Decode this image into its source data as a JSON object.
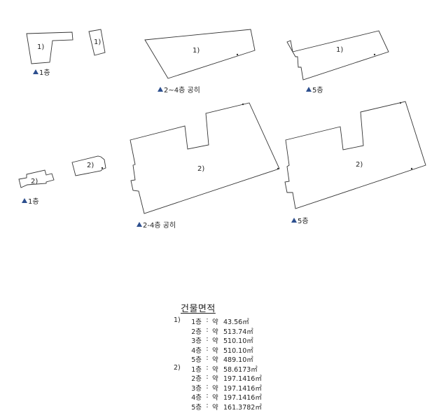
{
  "parcel_labels": {
    "p1": "1)",
    "p2": "2)"
  },
  "floor_labels": {
    "f1": "1층",
    "f2_4": "2~4층 공히",
    "f2_4_b": "2-4층 공히",
    "f5": "5층"
  },
  "area_table": {
    "title": "건물면적",
    "rows": [
      {
        "group": "1)",
        "floor": "1층",
        "sep": ":",
        "approx": "약",
        "value": "43.56㎡"
      },
      {
        "group": "",
        "floor": "2층",
        "sep": ":",
        "approx": "약",
        "value": "513.74㎡"
      },
      {
        "group": "",
        "floor": "3층",
        "sep": ":",
        "approx": "약",
        "value": "510.10㎡"
      },
      {
        "group": "",
        "floor": "4층",
        "sep": ":",
        "approx": "약",
        "value": "510.10㎡"
      },
      {
        "group": "",
        "floor": "5층",
        "sep": ":",
        "approx": "약",
        "value": "489.10㎡"
      },
      {
        "group": "2)",
        "floor": "1층",
        "sep": ":",
        "approx": "약",
        "value": "58.6173㎡"
      },
      {
        "group": "",
        "floor": "2층",
        "sep": ":",
        "approx": "약",
        "value": "197.1416㎡"
      },
      {
        "group": "",
        "floor": "3층",
        "sep": ":",
        "approx": "약",
        "value": "197.1416㎡"
      },
      {
        "group": "",
        "floor": "4층",
        "sep": ":",
        "approx": "약",
        "value": "197.1416㎡"
      },
      {
        "group": "",
        "floor": "5층",
        "sep": ":",
        "approx": "약",
        "value": "161.3782㎡"
      }
    ]
  },
  "colors": {
    "line": "#333333",
    "marker": "#2d4f8e"
  }
}
